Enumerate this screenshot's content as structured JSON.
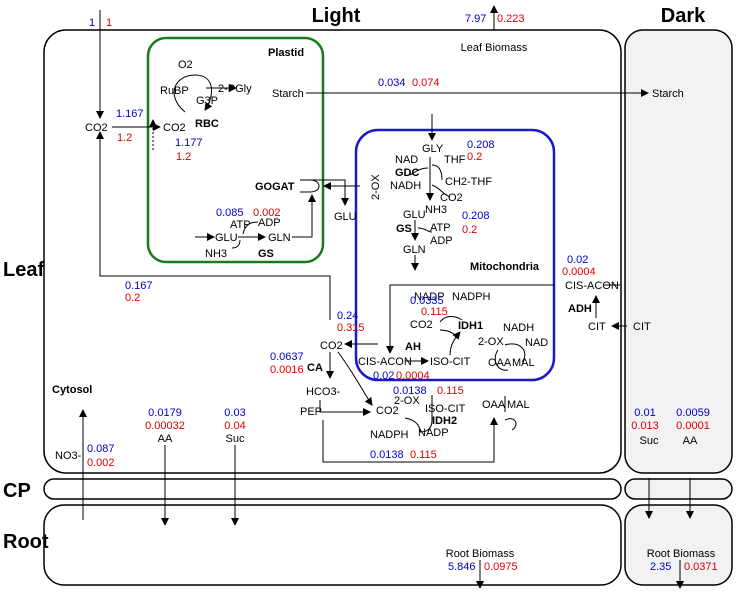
{
  "sections": {
    "light": "Light",
    "dark": "Dark",
    "leaf": "Leaf",
    "cp": "CP",
    "root": "Root"
  },
  "compartments": {
    "plastid": "Plastid",
    "mitochondria": "Mitochondria",
    "cytosol": "Cytosol"
  },
  "enzymes": {
    "rbc": "RBC",
    "gogat": "GOGAT",
    "gs_plastid": "GS",
    "gdc": "GDC",
    "gs_mito": "GS",
    "idh1": "IDH1",
    "ah": "AH",
    "idh2": "IDH2",
    "ca": "CA",
    "adh": "ADH"
  },
  "metabolites": {
    "leaf_biomass": "Leaf Biomass",
    "root_biomass_light": "Root Biomass",
    "root_biomass_dark": "Root Biomass",
    "starch_plastid": "Starch",
    "starch_dark": "Starch",
    "co2_cytosol": "CO2",
    "co2_plastid": "CO2",
    "o2": "O2",
    "rubp": "RuBP",
    "g3p": "G3P",
    "pgly": "2-PGly",
    "glu_out": "GLU",
    "atp_plastid": "ATP",
    "adp_plastid": "ADP",
    "glu_plastid": "GLU",
    "gln_plastid": "GLN",
    "nh3_plastid": "NH3",
    "gly": "GLY",
    "thf": "THF",
    "nad_gdc": "NAD",
    "nadh_gdc": "NADH",
    "ch2thf": "CH2-THF",
    "co2_gdc": "CO2",
    "two_ox_vertical": "2-OX",
    "glu_mito": "GLU",
    "nh3_mito": "NH3",
    "atp_mito": "ATP",
    "adp_mito": "ADP",
    "gln_mito": "GLN",
    "nadp_idh1": "NADP",
    "nadph_idh1": "NADPH",
    "co2_idh1": "CO2",
    "two_ox_idh1": "2-OX",
    "nadh_mal": "NADH",
    "nad_mal": "NAD",
    "oaa_mito": "OAA",
    "mal_mito": "MAL",
    "cis_acon_mito": "CIS-ACON",
    "iso_cit_mito": "ISO-CIT",
    "cis_acon_cyt": "CIS-ACON",
    "cit_1": "CIT",
    "cit_2": "CIT",
    "co2_cyt": "CO2",
    "hco3": "HCO3-",
    "pep": "PEP",
    "two_ox_cyt": "2-OX",
    "iso_cit_cyt": "ISO-CIT",
    "co2_cyt2": "CO2",
    "nadph_idh2": "NADPH",
    "nadp_idh2": "NADP",
    "oaa_cyt": "OAA",
    "mal_cyt": "MAL",
    "no3": "NO3-",
    "aa_light": "AA",
    "suc_light": "Suc",
    "suc_dark": "Suc",
    "aa_dark": "AA"
  },
  "fluxes": {
    "co2_in_blue": "1",
    "co2_in_red": "1",
    "leaf_biomass_blue": "7.97",
    "leaf_biomass_red": "0.223",
    "starch_blue": "0.034",
    "starch_red": "0.074",
    "rbc_in_blue": "1.167",
    "rbc_in_red": "1.2",
    "rbc_out_blue": "1.177",
    "rbc_out_red": "1.2",
    "gs_plastid_blue": "0.085",
    "gs_plastid_red": "0.002",
    "gdc_blue": "0.208",
    "gdc_red": "0.2",
    "gs_mito_blue": "0.208",
    "gs_mito_red": "0.2",
    "cyt_co2_blue": "0.167",
    "cyt_co2_red": "0.2",
    "co2_to_cyt_blue": "0.24",
    "co2_to_cyt_red": "0.315",
    "adh_blue": "0.02",
    "adh_red": "0.0004",
    "idh1_blue": "0.0335",
    "idh1_red": "0.115",
    "ca_blue": "0.0637",
    "ca_red": "0.0016",
    "ah_blue": "0.02",
    "ah_red": "0.0004",
    "idh2_top_blue": "0.0138",
    "idh2_top_red": "0.115",
    "idh2_bot_blue": "0.0138",
    "idh2_bot_red": "0.115",
    "aa_light_blue": "0.0179",
    "aa_light_red": "0.00032",
    "suc_light_blue": "0.03",
    "suc_light_red": "0.04",
    "no3_blue": "0.087",
    "no3_red": "0.002",
    "suc_dark_blue": "0.01",
    "suc_dark_red": "0.013",
    "aa_dark_blue": "0.0059",
    "aa_dark_red": "0.0001",
    "root_light_blue": "5.846",
    "root_light_red": "0.0975",
    "root_dark_blue": "2.35",
    "root_dark_red": "0.0371"
  },
  "colors": {
    "plastid": "#1a7a1a",
    "mitochondria": "#1a1acc",
    "dark_fill": "#f2f2f2",
    "blue_value": "#0000cc",
    "red_value": "#dd0000"
  }
}
